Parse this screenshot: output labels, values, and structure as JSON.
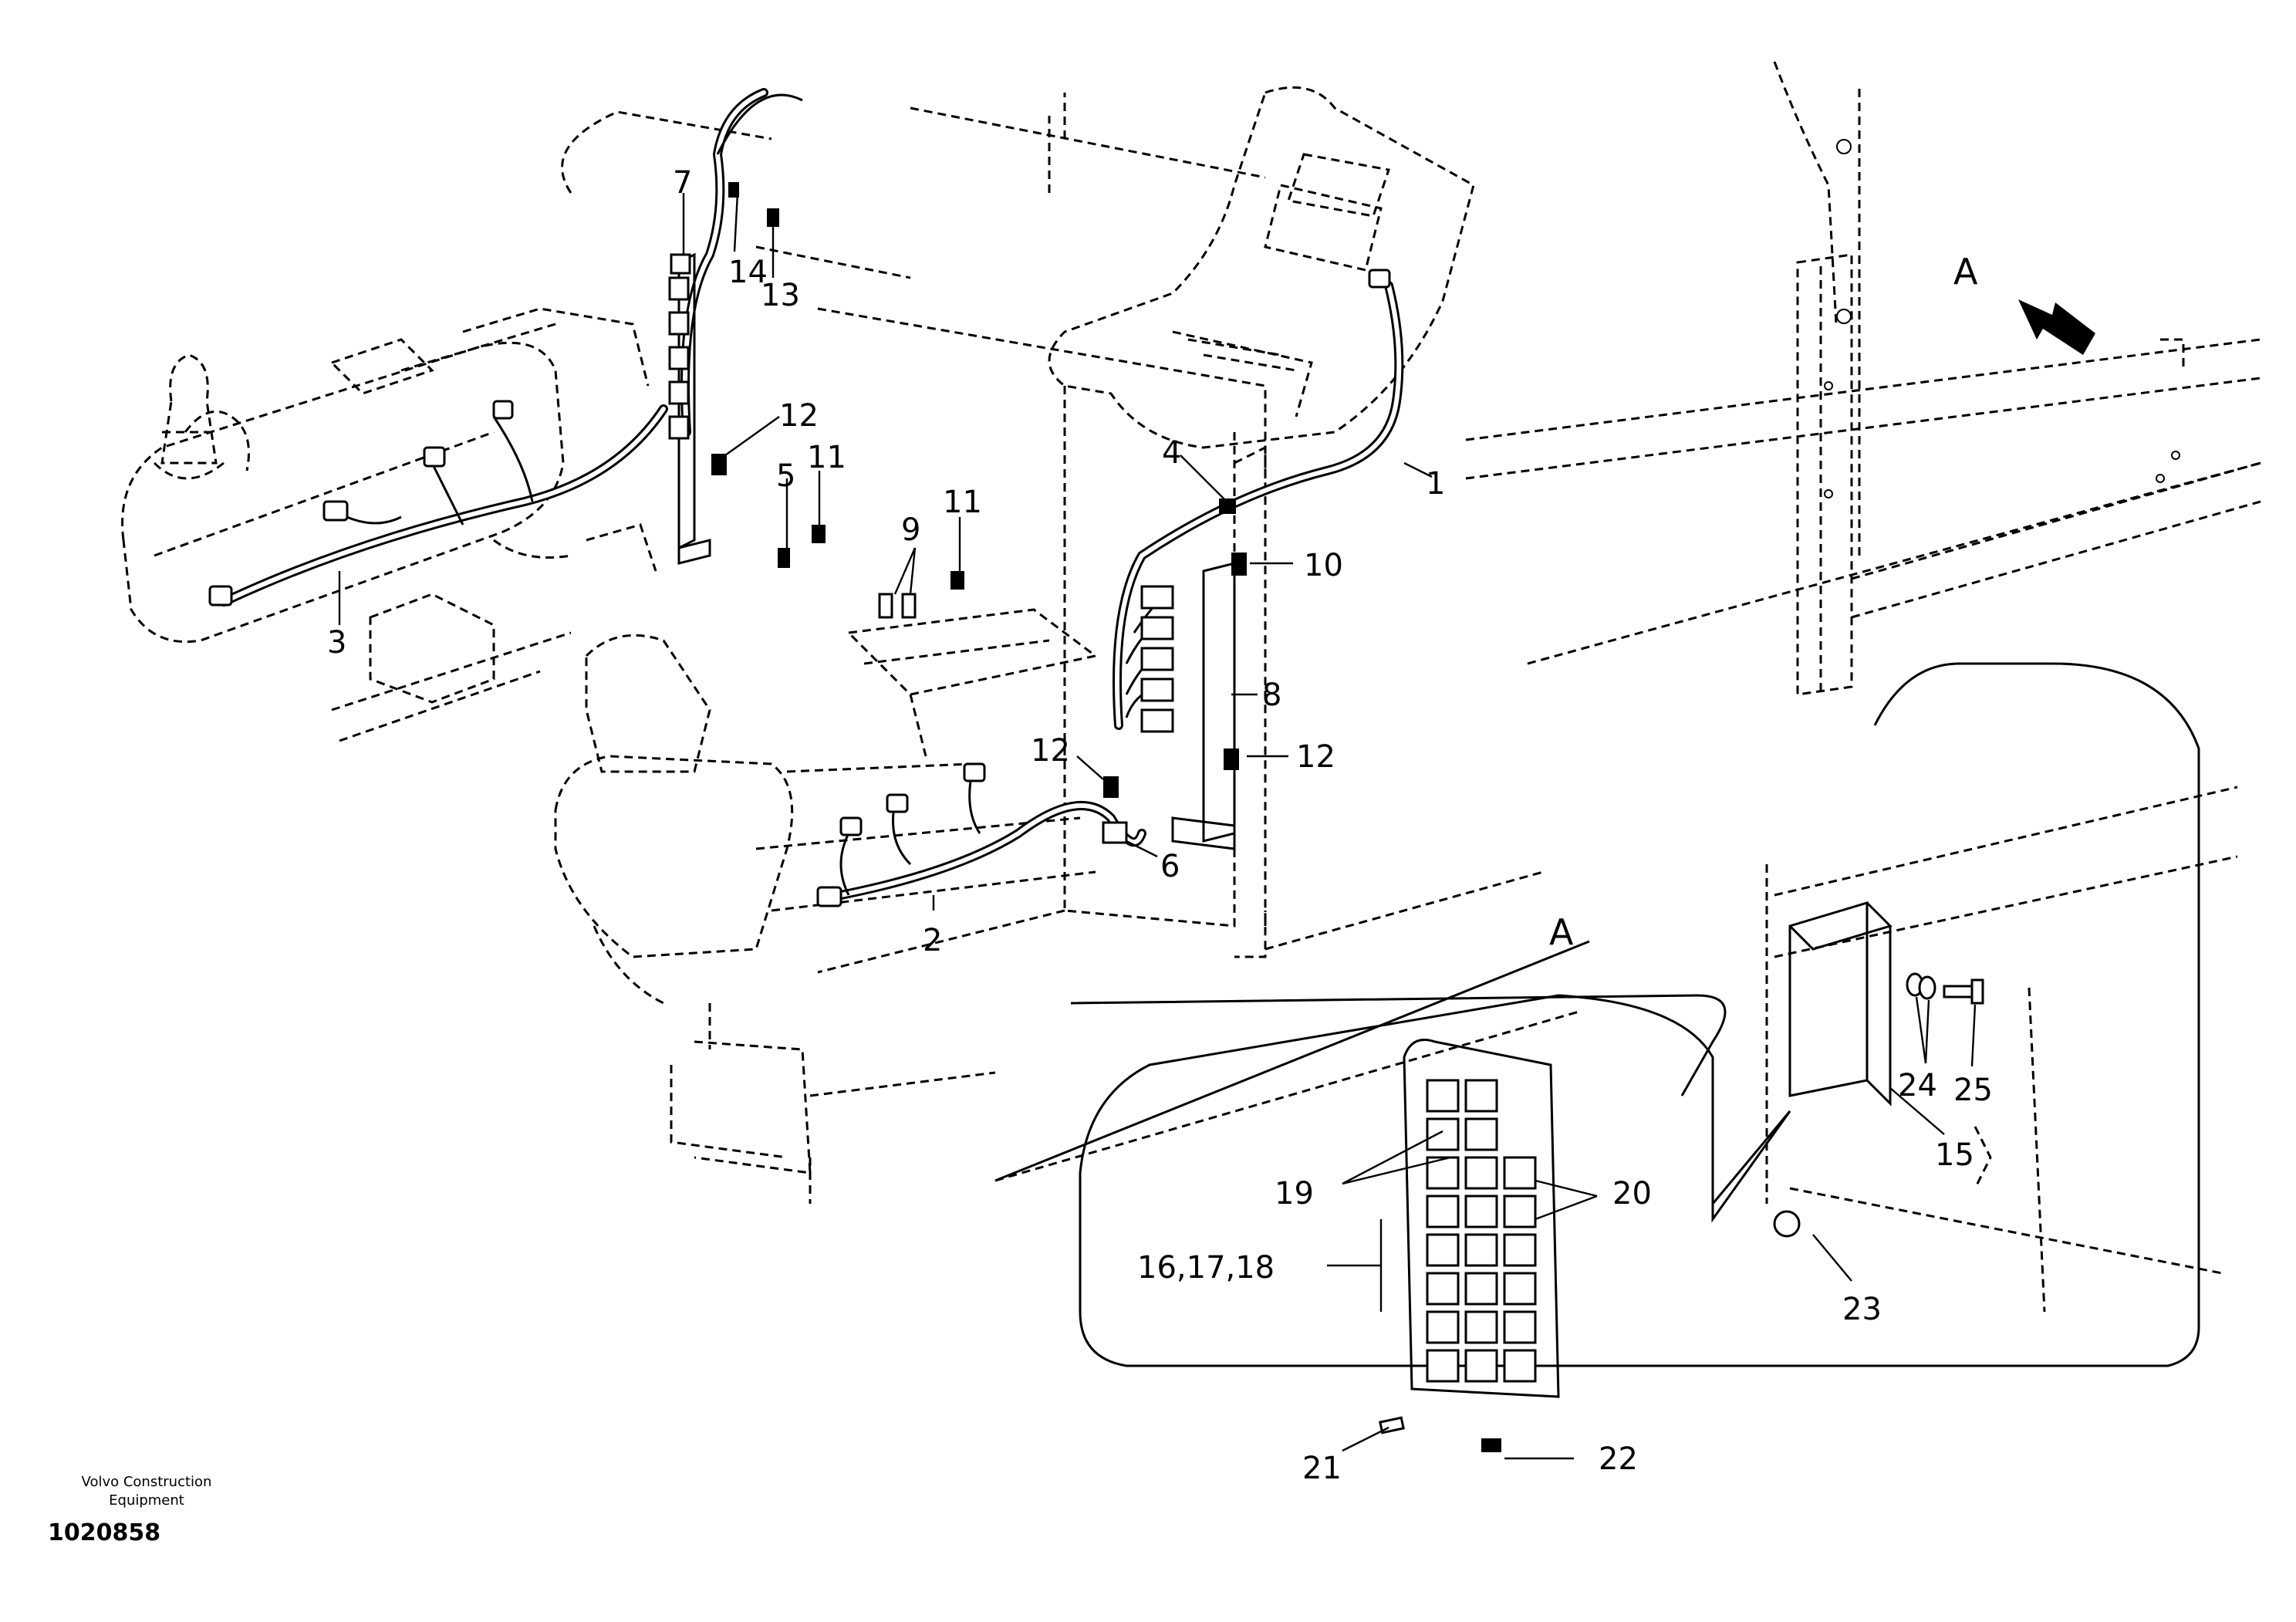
{
  "diagram": {
    "callouts": [
      "1",
      "2",
      "3",
      "4",
      "5",
      "6",
      "7",
      "8",
      "9",
      "10",
      "11",
      "11",
      "12",
      "12",
      "12",
      "13",
      "14",
      "15",
      "16,17,18",
      "19",
      "20",
      "21",
      "22",
      "23",
      "24",
      "25"
    ],
    "view_label": "A",
    "detail_label": "A"
  },
  "footer": {
    "company_line1": "Volvo Construction",
    "company_line2": "Equipment",
    "drawing_number": "1020858"
  }
}
